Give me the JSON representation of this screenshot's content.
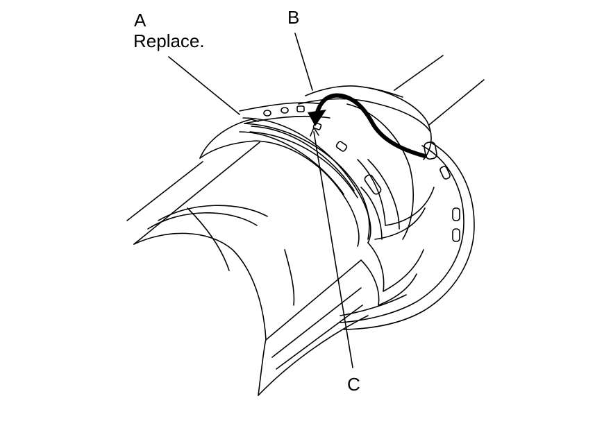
{
  "callouts": {
    "a": {
      "letter": "A",
      "note": "Replace."
    },
    "b": {
      "letter": "B"
    },
    "c": {
      "letter": "C"
    }
  }
}
